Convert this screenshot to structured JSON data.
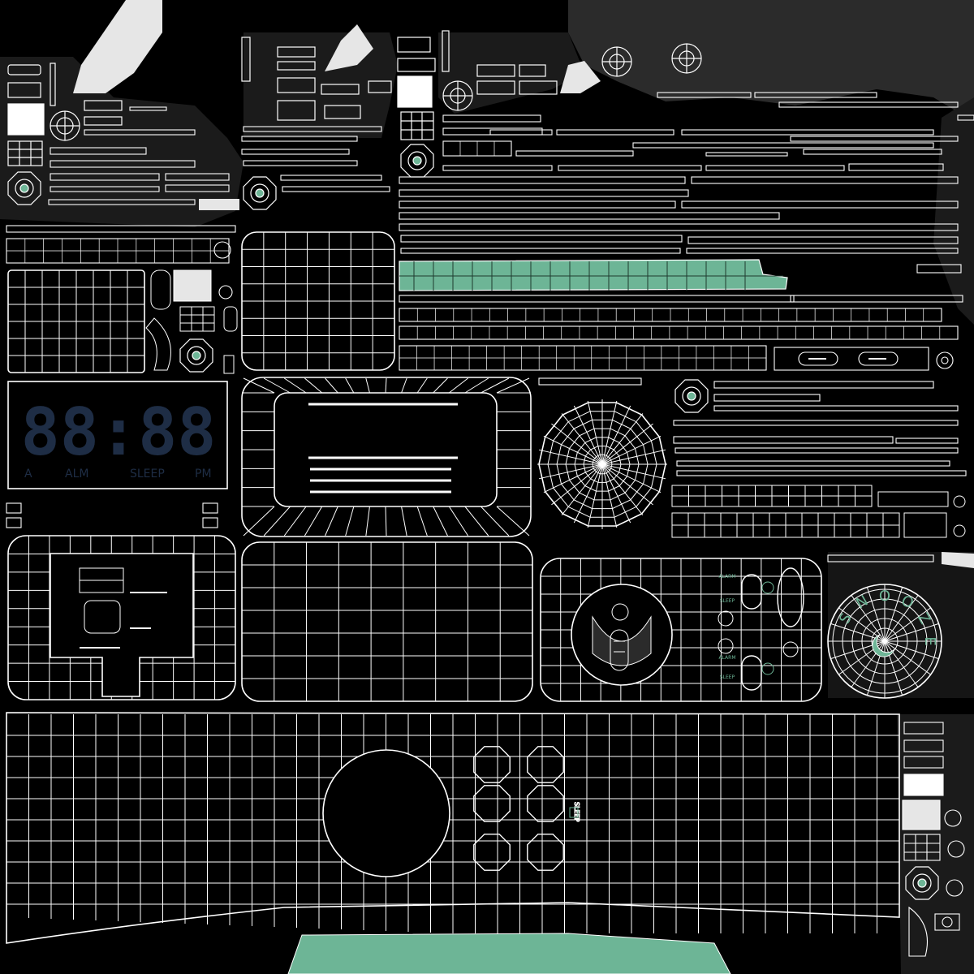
{
  "title": "",
  "colors": {
    "background": "#000000",
    "island_fill": "#2b2b2b",
    "island_fill_dark": "#1b1b1b",
    "wire": "#ffffff",
    "accent": "#6db596",
    "lcd_dim": "#1e2d45",
    "light_patch": "#e6e6e6"
  },
  "lcd": {
    "digits": "88:88",
    "indicators": [
      "A",
      "ALM",
      "SLEEP",
      "PM"
    ]
  },
  "snooze_dial": {
    "text": "SNOOZE",
    "icon_name": "moon-icon"
  },
  "alarm_panel": {
    "labels": [
      "ALARM",
      "SLEEP",
      "ALARM",
      "SLEEP"
    ]
  },
  "bottom_strip": {
    "label": "SLEEP"
  },
  "icons": [
    "dial-icon",
    "grid-icon",
    "button-icon",
    "moon-icon"
  ]
}
